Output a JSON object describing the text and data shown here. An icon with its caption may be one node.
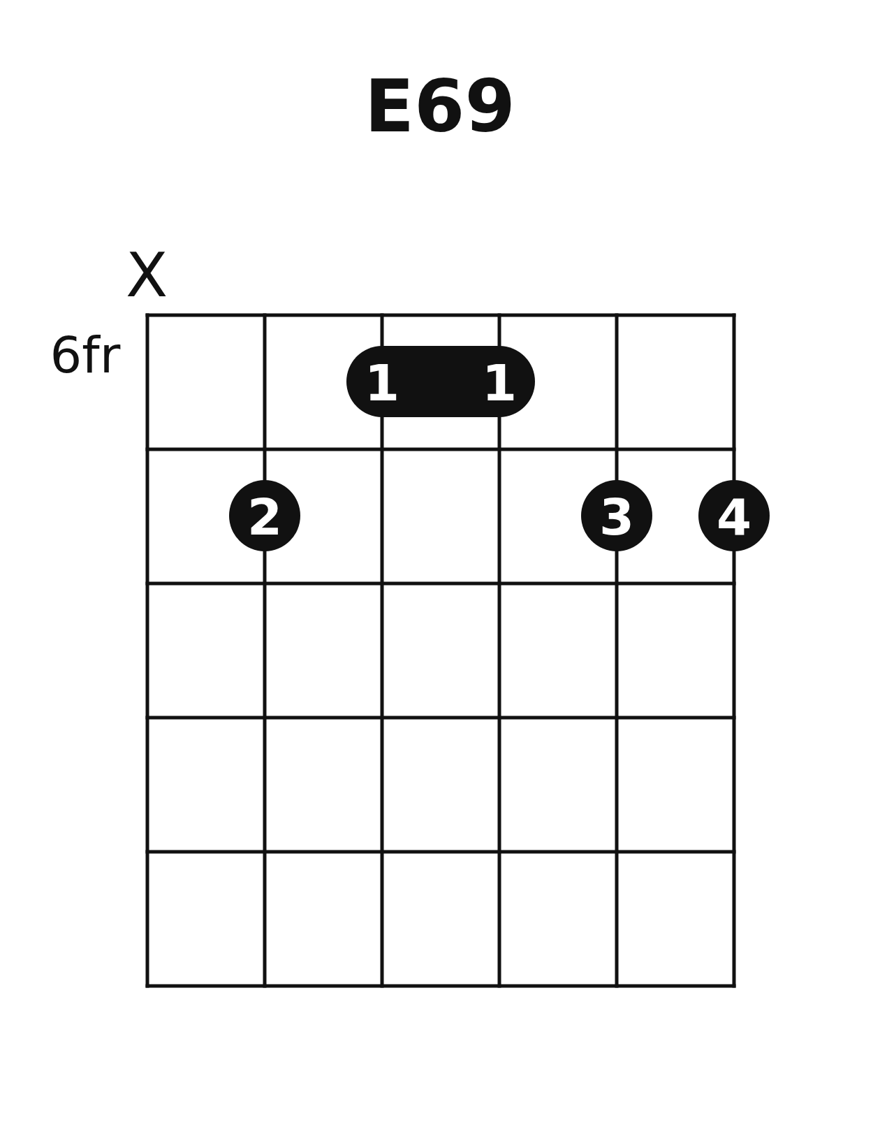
{
  "diagram": {
    "title": "E69",
    "nodes": [
      {
        "text": [
          "1",
          "1"
        ]
      },
      {
        "text": [
          "2"
        ]
      },
      {
        "text": [
          "3"
        ]
      },
      {
        "text": [
          "4"
        ]
      }
    ],
    "edges": [],
    "labels": [
      "X",
      "6fr"
    ]
  }
}
